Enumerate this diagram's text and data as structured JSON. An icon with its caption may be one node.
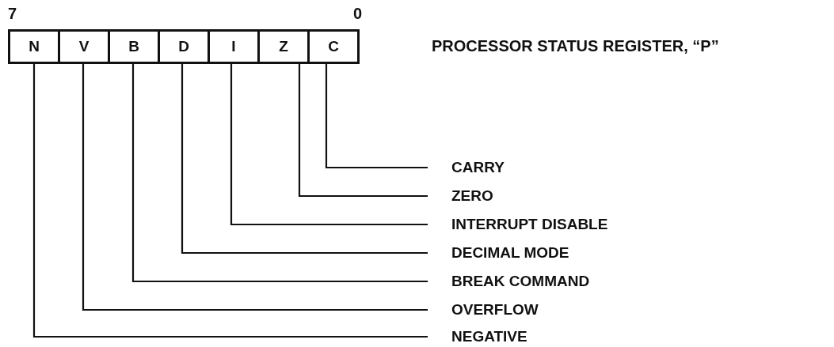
{
  "diagram": {
    "nodes": [
      {
        "text": [
          "N"
        ]
      },
      {
        "text": [
          "V"
        ]
      },
      {
        "text": [
          "B"
        ]
      },
      {
        "text": [
          "D"
        ]
      },
      {
        "text": [
          "I"
        ]
      },
      {
        "text": [
          "Z"
        ]
      },
      {
        "text": [
          "C"
        ]
      },
      {
        "text": [
          "CARRY"
        ]
      },
      {
        "text": [
          "ZERO"
        ]
      },
      {
        "text": [
          "INTERRUPT DISABLE"
        ]
      },
      {
        "text": [
          "DECIMAL MODE"
        ]
      },
      {
        "text": [
          "BREAK COMMAND"
        ]
      },
      {
        "text": [
          "OVERFLOW"
        ]
      },
      {
        "text": [
          "NEGATIVE"
        ]
      }
    ],
    "edges": [
      {
        "from": 6,
        "to": 7,
        "arrow": "none"
      },
      {
        "from": 5,
        "to": 8,
        "arrow": "none"
      },
      {
        "from": 4,
        "to": 9,
        "arrow": "none"
      },
      {
        "from": 3,
        "to": 10,
        "arrow": "none"
      },
      {
        "from": 2,
        "to": 11,
        "arrow": "none"
      },
      {
        "from": 1,
        "to": 12,
        "arrow": "none"
      },
      {
        "from": 0,
        "to": 13,
        "arrow": "none"
      }
    ],
    "labels": [
      "7",
      "0",
      "PROCESSOR STATUS REGISTER, “P”"
    ]
  }
}
